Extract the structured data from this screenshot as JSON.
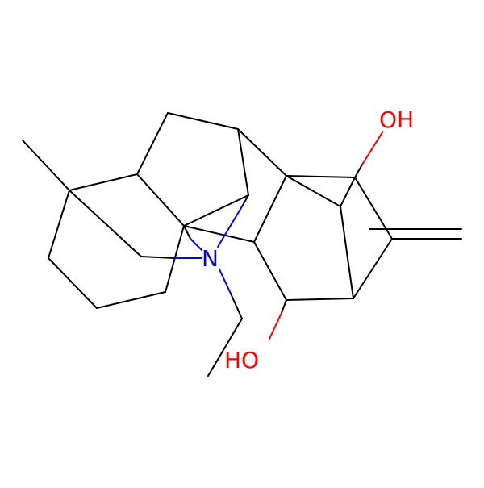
{
  "molecule": {
    "atom_labels": {
      "oh_top": "OH",
      "n": "N",
      "ho_bottom": "HO"
    },
    "colors": {
      "bond": "#000000",
      "nitrogen": "#0000ff",
      "oxygen": "#ff0000",
      "background": "#ffffff"
    }
  }
}
